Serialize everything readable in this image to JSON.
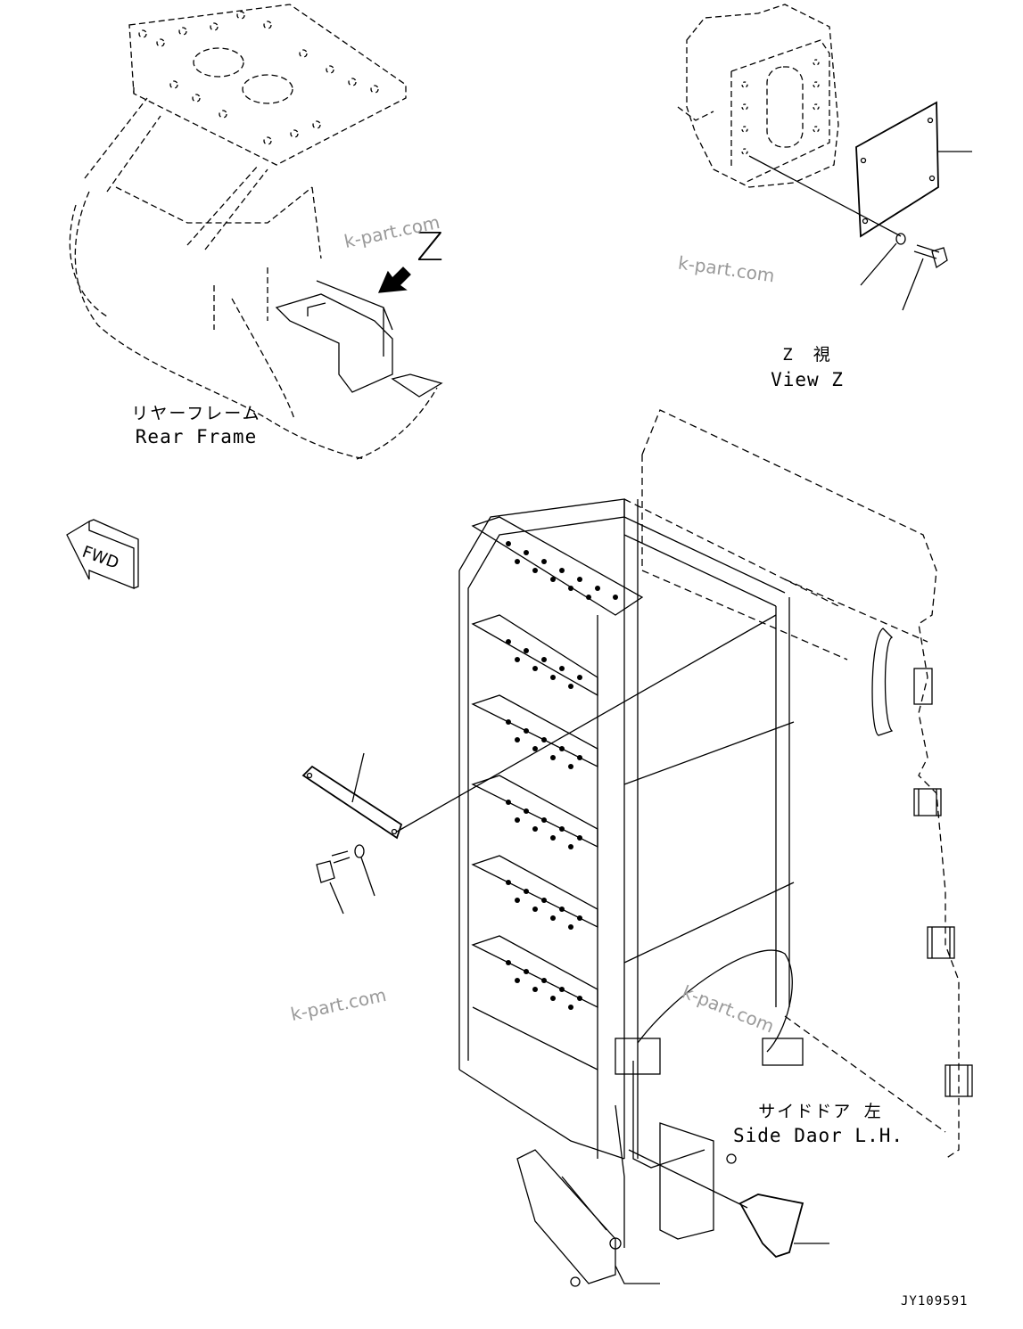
{
  "labels": {
    "rear_frame_jp": "リヤーフレーム",
    "rear_frame_en": "Rear Frame",
    "view_z_jp": "Z　視",
    "view_z_en": "View Z",
    "side_door_jp": "サイドドア 左",
    "side_door_en": "Side Daor L.H.",
    "z_marker": "Z",
    "fwd": "FWD"
  },
  "watermark": "k-part.com",
  "doc_id": "JY109591",
  "colors": {
    "line": "#000000",
    "watermark": "#9a9a9a",
    "background": "#ffffff"
  }
}
